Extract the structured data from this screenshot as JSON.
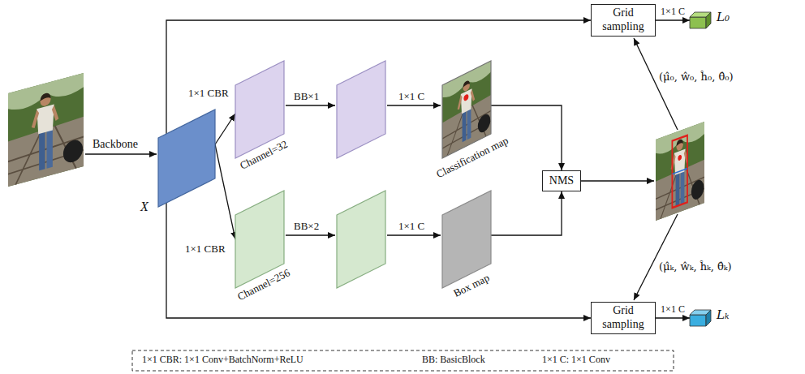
{
  "diagram": {
    "nodes": [
      {
        "text": [
          "X"
        ]
      },
      {
        "text": [
          "Channel=32"
        ]
      },
      {
        "text": [
          "Classification map"
        ]
      },
      {
        "text": [
          "Channel=256"
        ]
      },
      {
        "text": [
          "Box map"
        ]
      },
      {
        "text": [
          "NMS"
        ]
      },
      {
        "text": [
          "Grid sampling"
        ]
      },
      {
        "text": [
          "L₀"
        ]
      },
      {
        "text": [
          "Grid sampling"
        ]
      },
      {
        "text": [
          "Lₖ"
        ]
      }
    ],
    "edges": [
      {
        "from": 0,
        "to": 1,
        "arrow": "to",
        "label": "1×1 CBR"
      },
      {
        "from": 0,
        "to": 3,
        "arrow": "to",
        "label": "1×1 CBR"
      },
      {
        "from": 2,
        "to": 5,
        "arrow": "to"
      },
      {
        "from": 4,
        "to": 5,
        "arrow": "to"
      },
      {
        "from": 0,
        "to": 6,
        "arrow": "to"
      },
      {
        "from": 0,
        "to": 8,
        "arrow": "to"
      },
      {
        "from": 6,
        "to": 7,
        "arrow": "to",
        "label": "1×1 C"
      },
      {
        "from": 8,
        "to": 9,
        "arrow": "to",
        "label": "1×1 C"
      }
    ],
    "labels": [
      "Backbone",
      "BB×1",
      "1×1 C",
      "BB×2",
      "1×1 C",
      "(μ̂₀, ŵ₀, ĥ₀, θ̂₀)",
      "(μ̂ₖ, ŵₖ, ĥₖ, θ̂ₖ)",
      "1×1 CBR: 1×1 Conv+BatchNorm+ReLU",
      "BB: BasicBlock",
      "1×1 C: 1×1 Conv"
    ]
  }
}
